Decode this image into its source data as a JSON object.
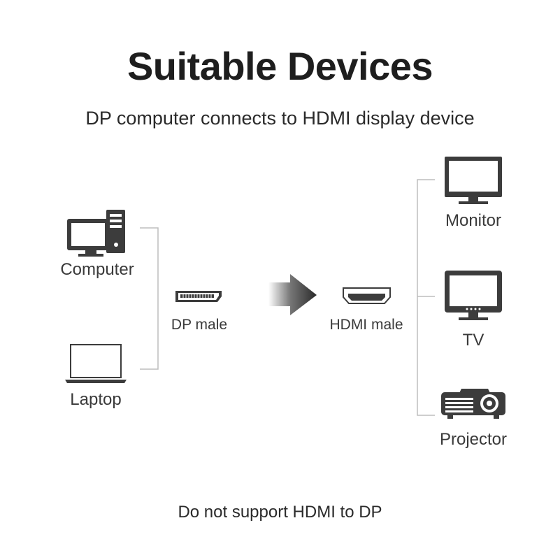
{
  "header": {
    "title": "Suitable Devices",
    "subtitle": "DP computer connects to HDMI display device"
  },
  "sources": [
    {
      "label": "Computer",
      "icon": "desktop-computer-icon"
    },
    {
      "label": "Laptop",
      "icon": "laptop-icon"
    }
  ],
  "connectors": {
    "input": {
      "label": "DP male",
      "icon": "displayport-connector-icon"
    },
    "output": {
      "label": "HDMI male",
      "icon": "hdmi-connector-icon"
    },
    "direction_icon": "arrow-right-icon"
  },
  "displays": [
    {
      "label": "Monitor",
      "icon": "monitor-icon"
    },
    {
      "label": "TV",
      "icon": "tv-icon"
    },
    {
      "label": "Projector",
      "icon": "projector-icon"
    }
  ],
  "footer": {
    "note": "Do not support HDMI to DP"
  },
  "colors": {
    "icon": "#3c3c3c",
    "line": "#bdbdbd",
    "text": "#2b2b2b"
  }
}
